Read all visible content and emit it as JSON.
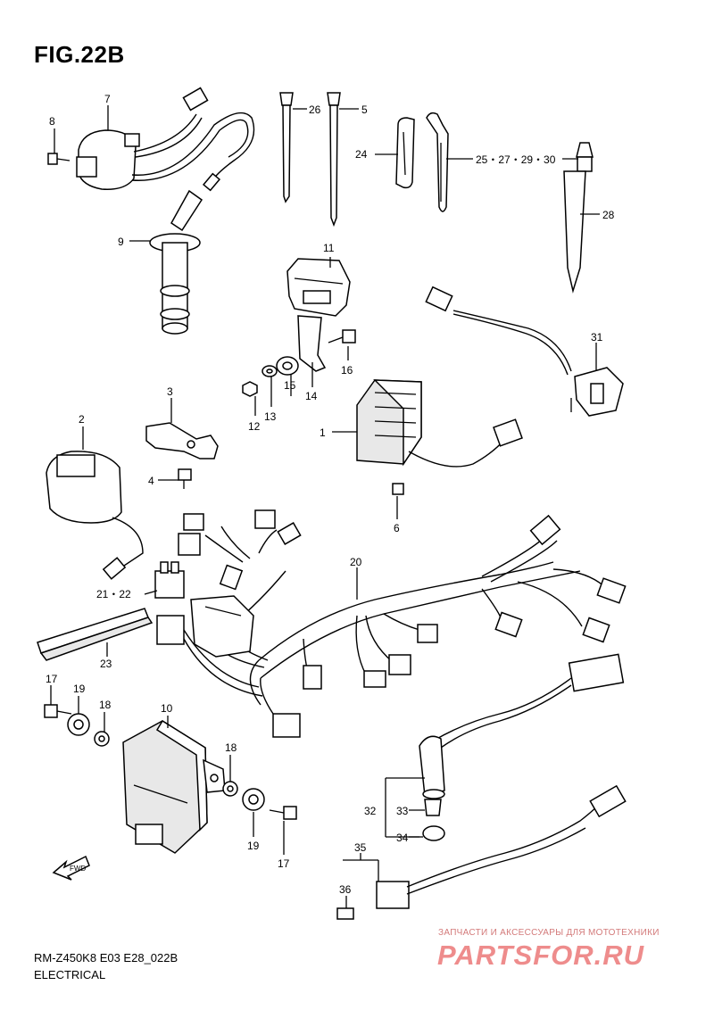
{
  "header": {
    "title": "FIG.22B"
  },
  "footer": {
    "code": "RM-Z450K8 E03 E28_022B",
    "section": "ELECTRICAL"
  },
  "watermark": {
    "tagline": "ЗАПЧАСТИ И АКСЕССУАРЫ ДЛЯ МОТОТЕХНИКИ",
    "brand": "PARTSFOR.RU"
  },
  "fwd_arrow": {
    "label": "FWD"
  },
  "callouts": {
    "c1": "1",
    "c2": "2",
    "c3": "3",
    "c4": "4",
    "c5": "5",
    "c6": "6",
    "c7": "7",
    "c8": "8",
    "c9": "9",
    "c10": "10",
    "c11": "11",
    "c12": "12",
    "c13": "13",
    "c14": "14",
    "c15": "15",
    "c16": "16",
    "c17a": "17",
    "c17b": "17",
    "c18a": "18",
    "c18b": "18",
    "c19a": "19",
    "c19b": "19",
    "c20": "20",
    "c21_22": "21・22",
    "c23": "23",
    "c24": "24",
    "c25_30": "25・27・29・30",
    "c26": "26",
    "c28": "28",
    "c31": "31",
    "c32": "32",
    "c33": "33",
    "c34": "34",
    "c35": "35",
    "c36": "36"
  }
}
